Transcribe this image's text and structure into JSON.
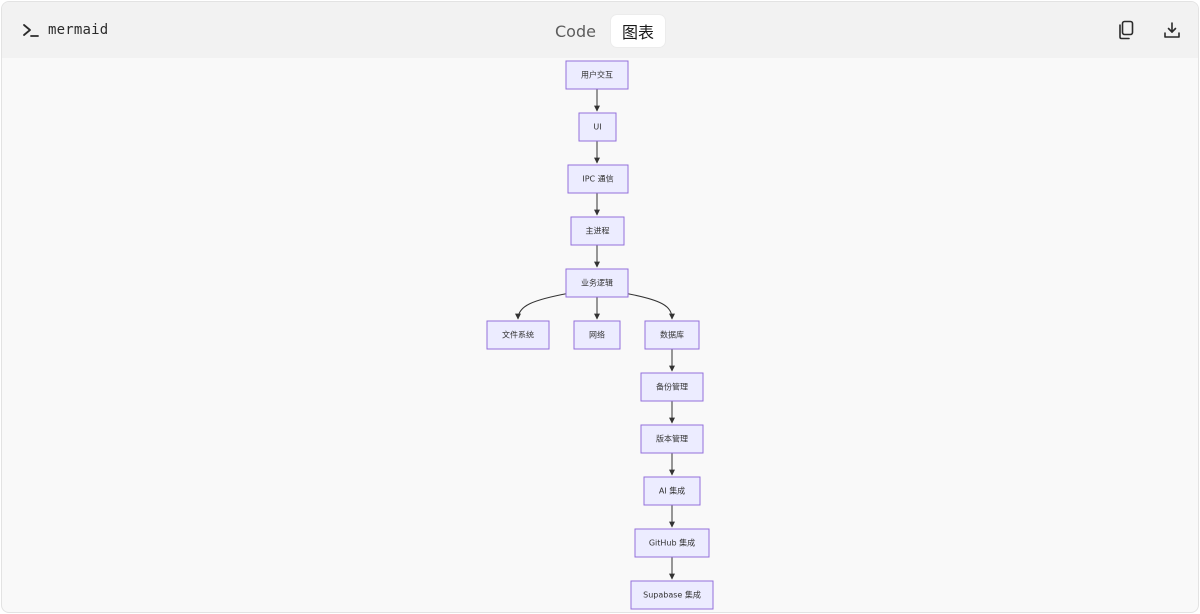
{
  "header": {
    "title": "mermaid",
    "title_icon": "terminal-prompt-icon",
    "tabs": [
      {
        "label": "Code",
        "active": false
      },
      {
        "label": "图表",
        "active": true
      }
    ],
    "actions": [
      {
        "name": "copy",
        "icon": "copy-icon"
      },
      {
        "name": "download",
        "icon": "download-icon"
      }
    ]
  },
  "diagram": {
    "type": "flowchart",
    "direction": "TD",
    "colors": {
      "node_fill": "#ececff",
      "node_stroke": "#9370db",
      "edge": "#333333"
    },
    "nodes": {
      "user": "用户交互",
      "ui": "UI",
      "ipc": "IPC 通信",
      "main": "主进程",
      "biz": "业务逻辑",
      "fs": "文件系统",
      "net": "网络",
      "db": "数据库",
      "backup": "备份管理",
      "version": "版本管理",
      "ai": "AI 集成",
      "github": "GitHub 集成",
      "supabase": "Supabase 集成"
    },
    "edges": [
      [
        "user",
        "ui"
      ],
      [
        "ui",
        "ipc"
      ],
      [
        "ipc",
        "main"
      ],
      [
        "main",
        "biz"
      ],
      [
        "biz",
        "fs"
      ],
      [
        "biz",
        "net"
      ],
      [
        "biz",
        "db"
      ],
      [
        "db",
        "backup"
      ],
      [
        "backup",
        "version"
      ],
      [
        "version",
        "ai"
      ],
      [
        "ai",
        "github"
      ],
      [
        "github",
        "supabase"
      ]
    ]
  }
}
